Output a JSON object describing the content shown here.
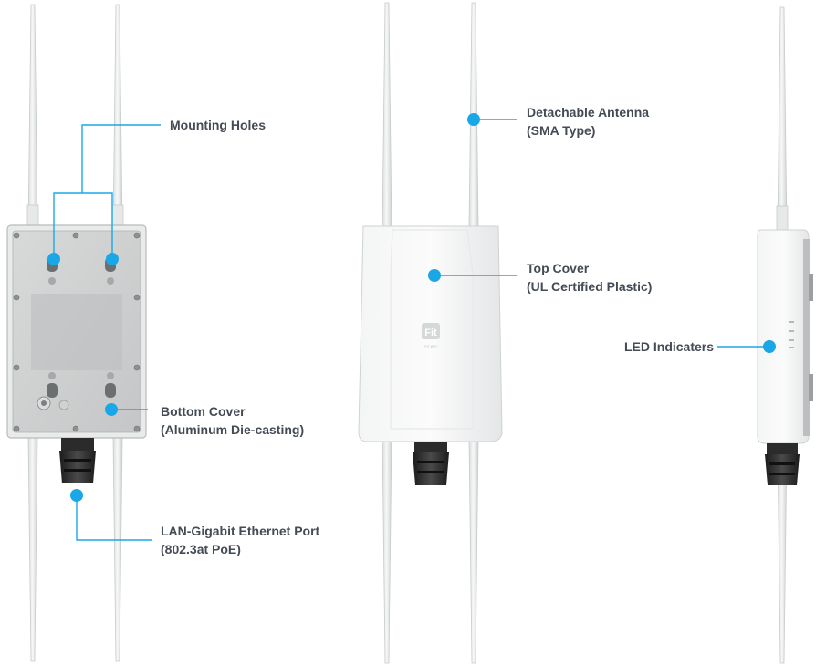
{
  "colors": {
    "callout": "#1aa7e8",
    "label_text": "#444b55",
    "antenna": "#e9ebec",
    "housing": "#f2f3f3",
    "bottom_panel": "#cfd0d0",
    "gland": "#2a2a2a"
  },
  "views": [
    {
      "name": "back view"
    },
    {
      "name": "front view"
    },
    {
      "name": "side view"
    }
  ],
  "front_logo": {
    "mark": "Fit",
    "subtitle": "FIT WiFi"
  },
  "callouts": {
    "mounting_holes": {
      "line1": "Mounting Holes"
    },
    "bottom_cover": {
      "line1": "Bottom Cover",
      "line2": "(Aluminum Die-casting)"
    },
    "lan_port": {
      "line1": "LAN-Gigabit Ethernet Port",
      "line2": "(802.3at PoE)"
    },
    "antenna": {
      "line1": "Detachable Antenna",
      "line2": "(SMA Type)"
    },
    "top_cover": {
      "line1": "Top Cover",
      "line2": "(UL Certified Plastic)"
    },
    "led": {
      "line1": "LED Indicaters"
    }
  }
}
